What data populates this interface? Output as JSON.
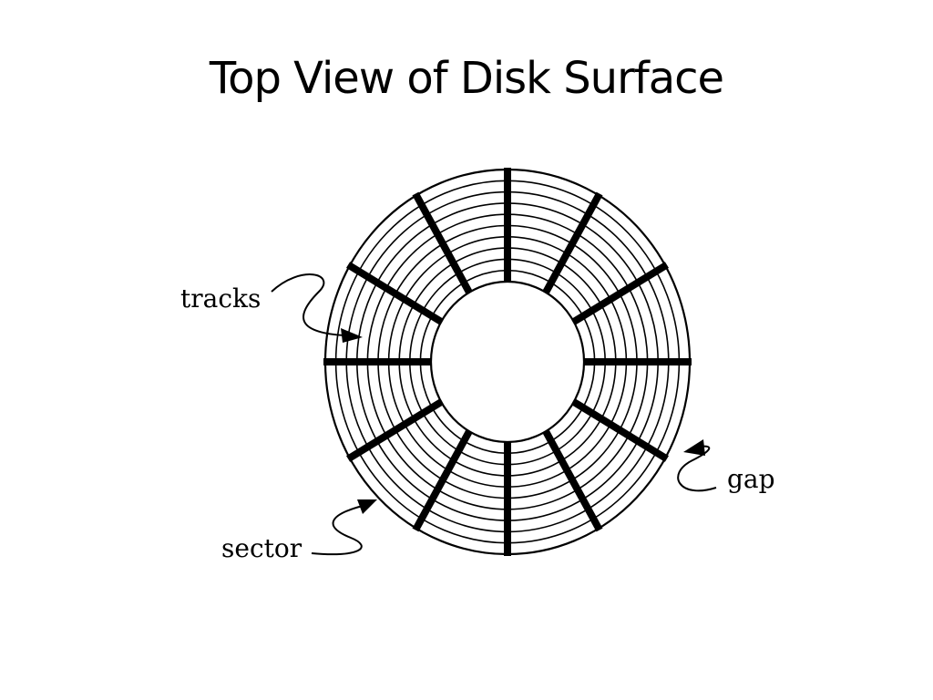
{
  "slide": {
    "title": "Top View of Disk Surface"
  },
  "diagram": {
    "labels": {
      "tracks": "tracks",
      "gap": "gap",
      "sector": "sector"
    },
    "line_color": "#000000",
    "background_color": "#ffffff"
  }
}
